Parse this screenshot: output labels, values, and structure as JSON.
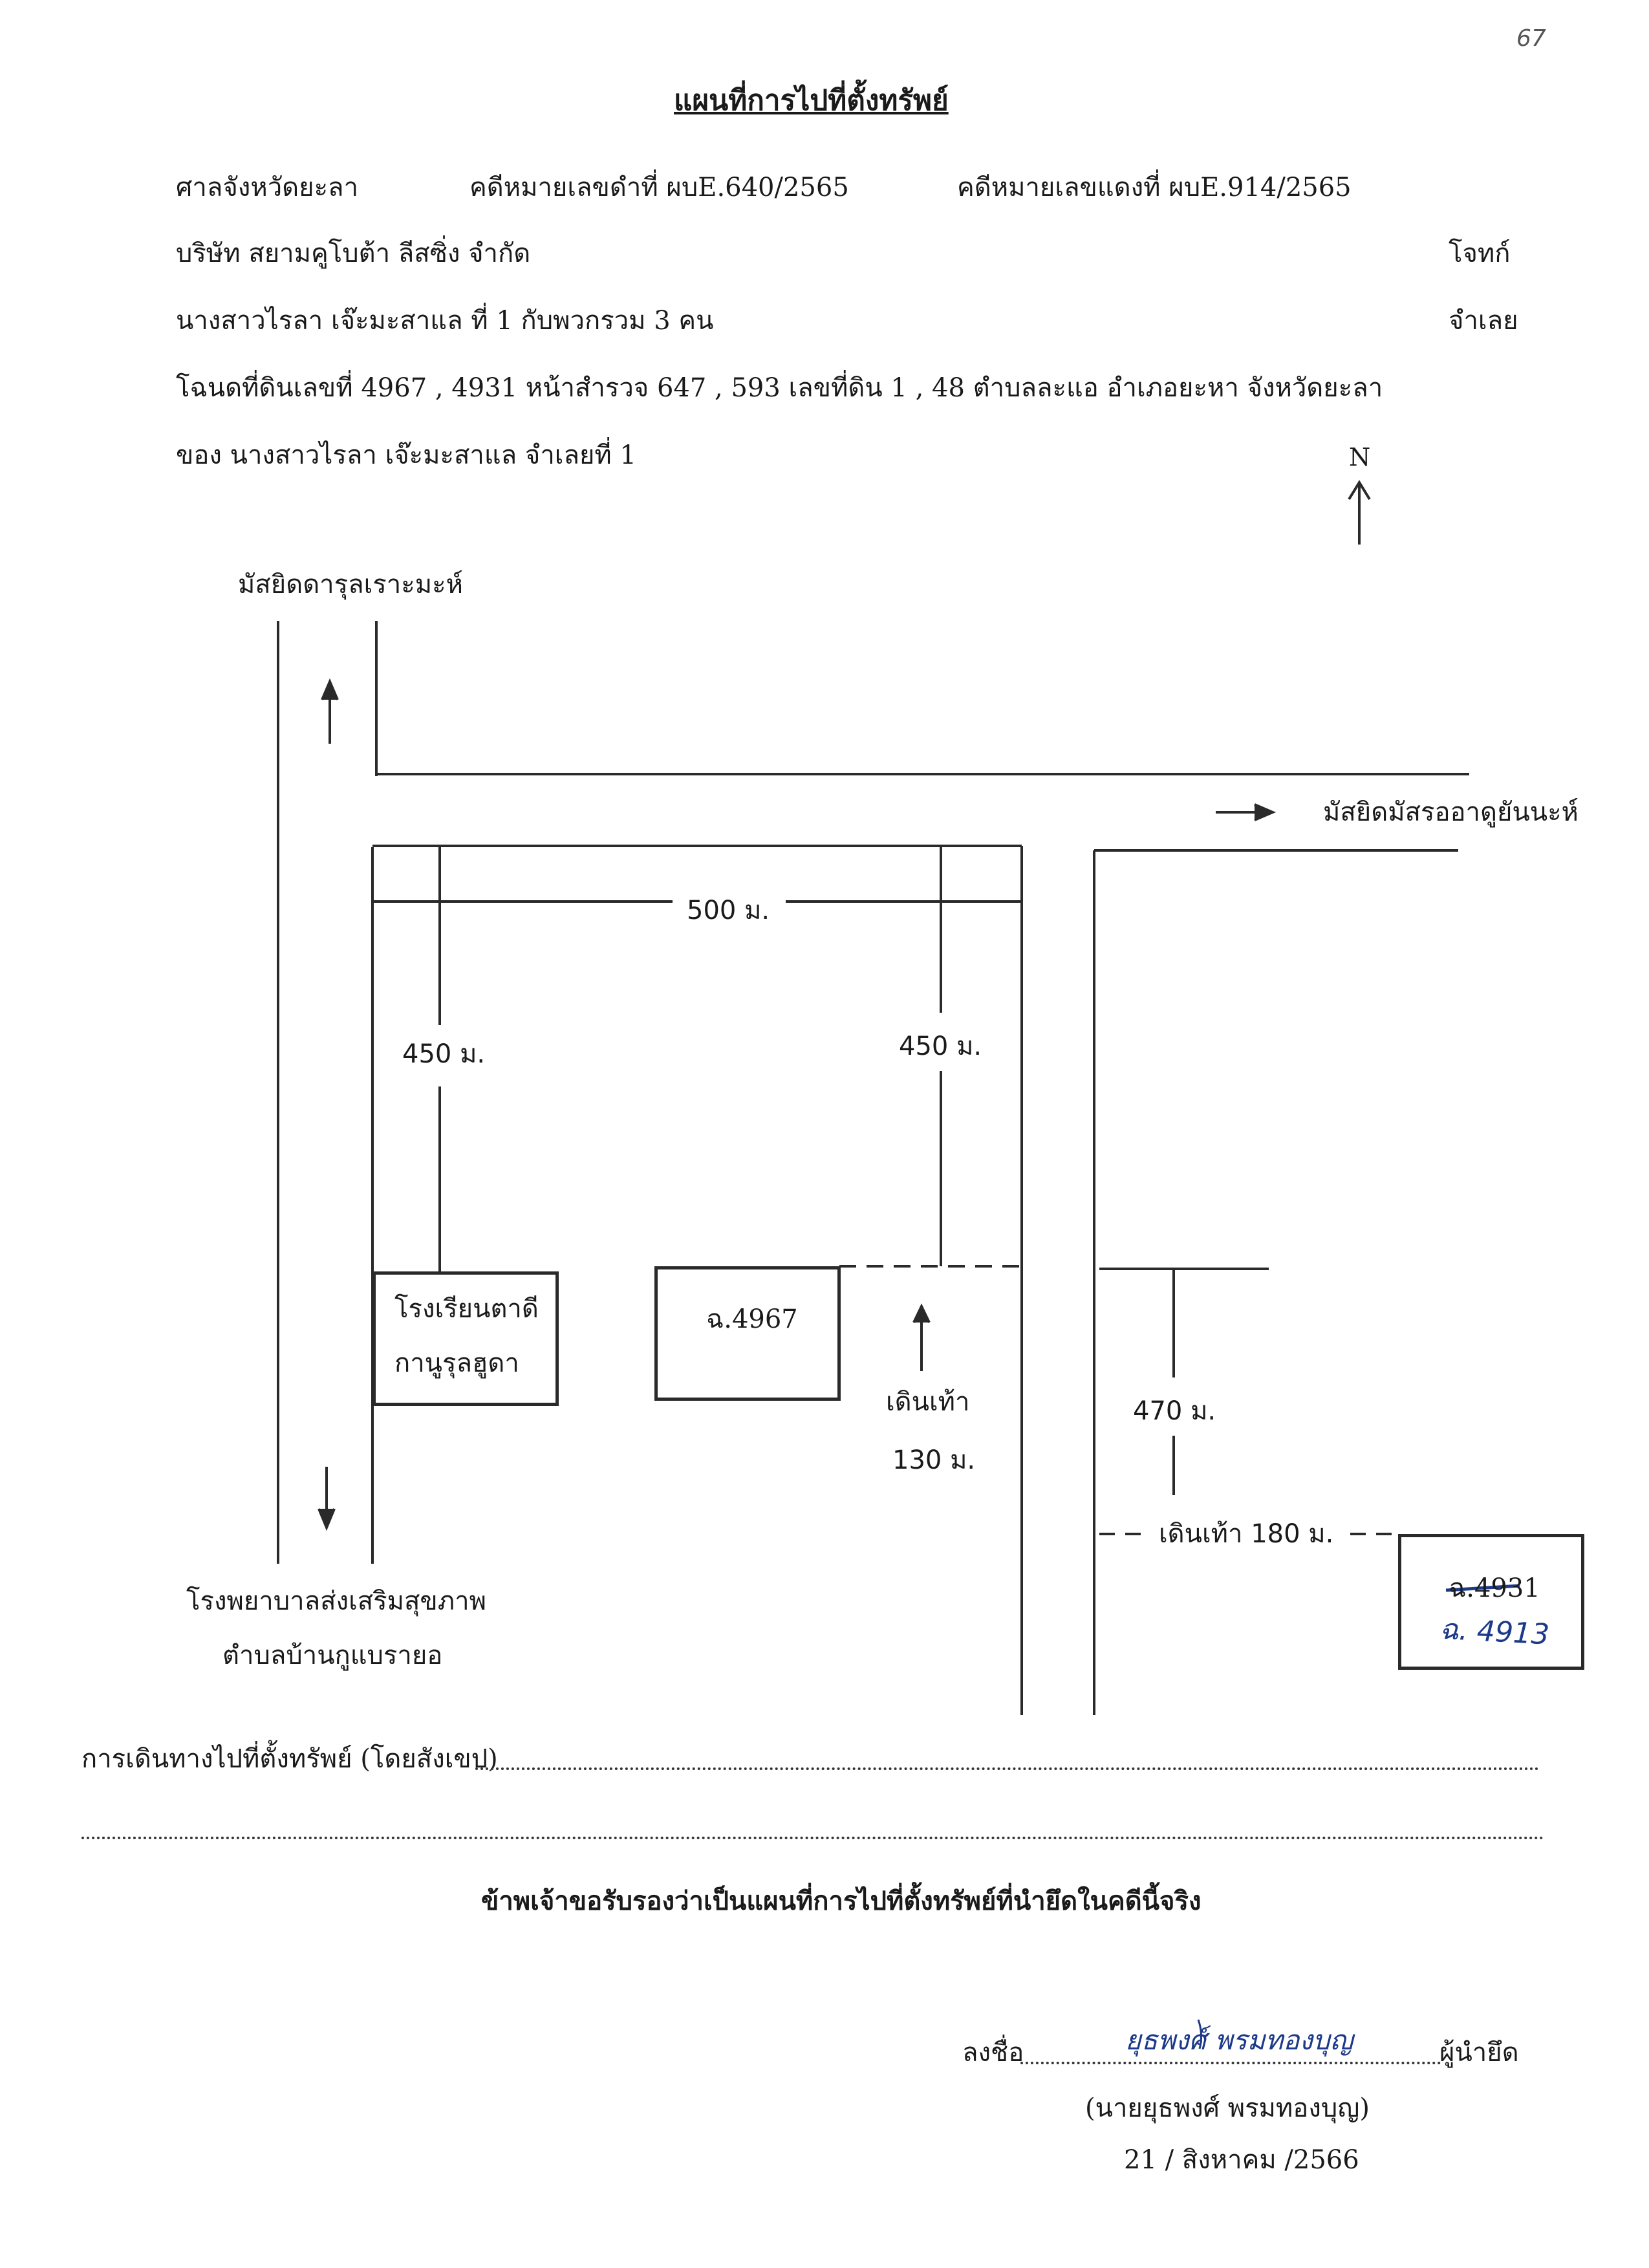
{
  "corner_mark": "67",
  "header": {
    "title": "แผนที่การไปที่ตั้งทรัพย์",
    "court": "ศาลจังหวัดยะลา",
    "black_case": "คดีหมายเลขดำที่  ผบE.640/2565",
    "red_case": "คดีหมายเลขแดงที่ ผบE.914/2565",
    "plaintiff": "บริษัท สยามคูโบต้า ลีสซิ่ง  จำกัด",
    "plaintiff_role": "โจทก์",
    "defendant": "นางสาวไรลา  เจ๊ะมะสาแล   ที่ 1  กับพวกรวม 3 คน",
    "defendant_role": "จำเลย",
    "deed": "โฉนดที่ดินเลขที่  4967 , 4931 หน้าสำรวจ 647 , 593  เลขที่ดิน 1 , 48  ตำบลละแอ   อำเภอยะหา   จังหวัดยะลา",
    "owner": "ของ  นางสาวไรลา  เจ๊ะมะสาแล   จำเลยที่  1"
  },
  "map": {
    "north": "N",
    "mosque_top": "มัสยิดดารุลเราะมะห์",
    "mosque_right": "มัสยิดมัสรออาดูยันนะห์",
    "dist_500": "500 ม.",
    "dist_450_left": "450 ม.",
    "dist_450_right": "450 ม.",
    "school_line1": "โรงเรียนตาดี",
    "school_line2": "กานูรุลฮูดา",
    "plot_4967": "ฉ.4967",
    "walk_label": "เดินเท้า",
    "walk_130": "130 ม.",
    "dist_470": "470 ม.",
    "walk_180": "เดินเท้า 180 ม.",
    "plot_4931_struck": "ฉ.4931",
    "plot_4913_handwritten": "ฉ. 4913",
    "hospital_line1": "โรงพยาบาลส่งเสริมสุขภาพ",
    "hospital_line2": "ตำบลบ้านกูแบรายอ"
  },
  "footer": {
    "travel_label": "การเดินทางไปที่ตั้งทรัพย์ (โดยสังเขป)",
    "certify": "ข้าพเจ้าขอรับรองว่าเป็นแผนที่การไปที่ตั้งทรัพย์ที่นำยึดในคดีนี้จริง",
    "sign_label": "ลงชื่อ",
    "signature": "ยุธพงศ์  พรมทองบุญ",
    "signer_role": "ผู้นำยึด",
    "signer_name": "(นายยุธพงศ์  พรมทองบุญ)",
    "date": "21 / สิงหาคม /2566"
  }
}
